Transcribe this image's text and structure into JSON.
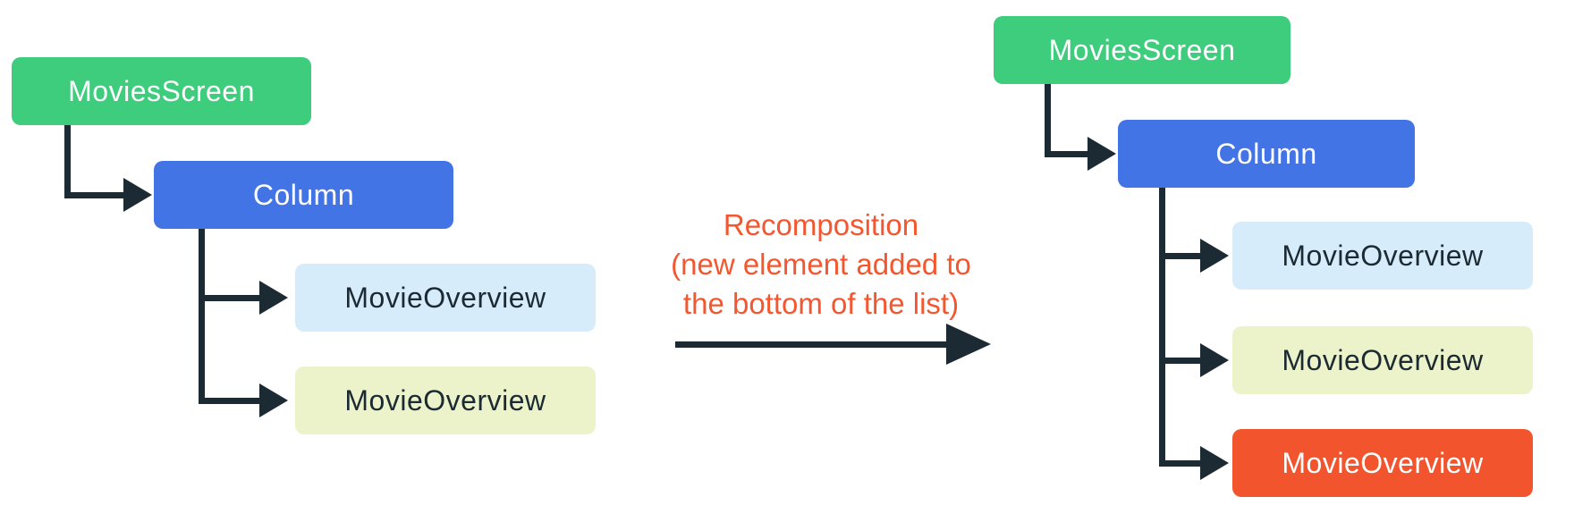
{
  "colors": {
    "green": "#3ECD7D",
    "blue": "#4374E6",
    "light-blue": "#D7ECFB",
    "pale-yellow": "#ECF2C9",
    "orange": "#F2552D",
    "dark": "#1C2B33",
    "white": "#FFFFFF",
    "annotation": "#F4562F"
  },
  "annotation": {
    "line1": "Recomposition",
    "line2": "(new element added to",
    "line3": "the bottom of the list)"
  },
  "left_tree": {
    "nodes": [
      {
        "label": "MoviesScreen",
        "depth": 0
      },
      {
        "label": "Column",
        "depth": 1
      },
      {
        "label": "MovieOverview",
        "depth": 2
      },
      {
        "label": "MovieOverview",
        "depth": 2
      }
    ]
  },
  "right_tree": {
    "nodes": [
      {
        "label": "MoviesScreen",
        "depth": 0
      },
      {
        "label": "Column",
        "depth": 1
      },
      {
        "label": "MovieOverview",
        "depth": 2
      },
      {
        "label": "MovieOverview",
        "depth": 2
      },
      {
        "label": "MovieOverview",
        "depth": 2,
        "highlight": "new element"
      }
    ]
  }
}
